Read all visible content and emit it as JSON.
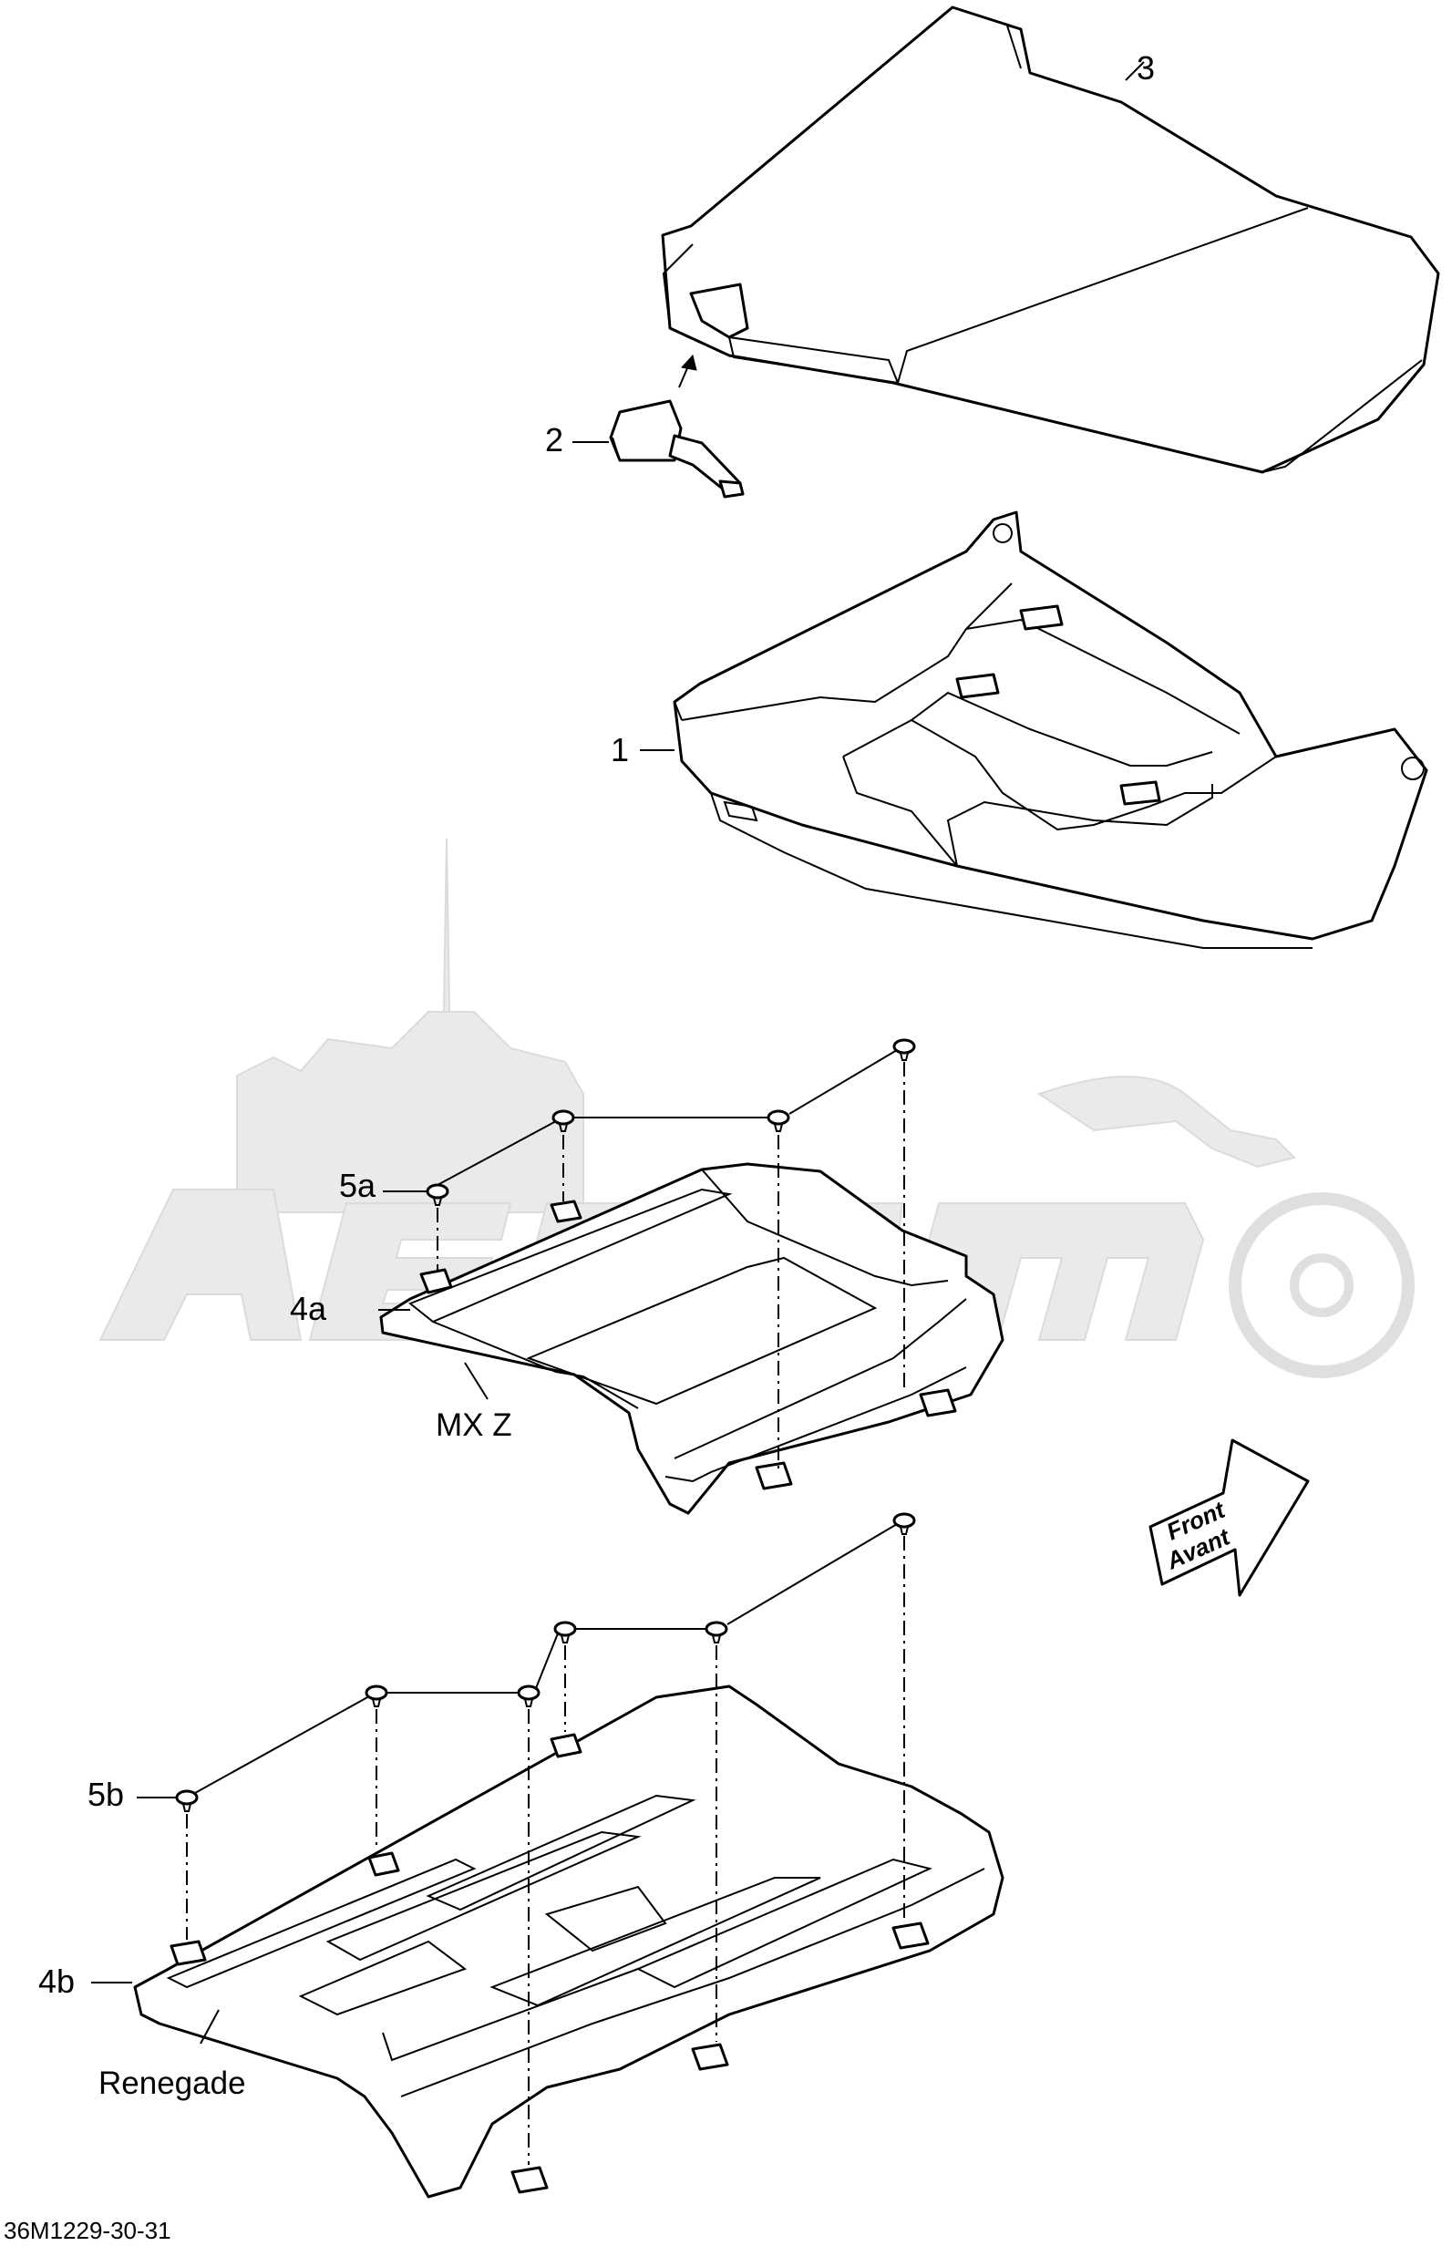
{
  "callouts": {
    "c1": "1",
    "c2": "2",
    "c3": "3",
    "c4a": "4a",
    "c4b": "4b",
    "c5a": "5a",
    "c5b": "5b"
  },
  "variants": {
    "mxz": "MX Z",
    "renegade": "Renegade"
  },
  "front_arrow": {
    "line1": "Front",
    "line2": "Avant"
  },
  "diagram_code": "36M1229-30-31"
}
